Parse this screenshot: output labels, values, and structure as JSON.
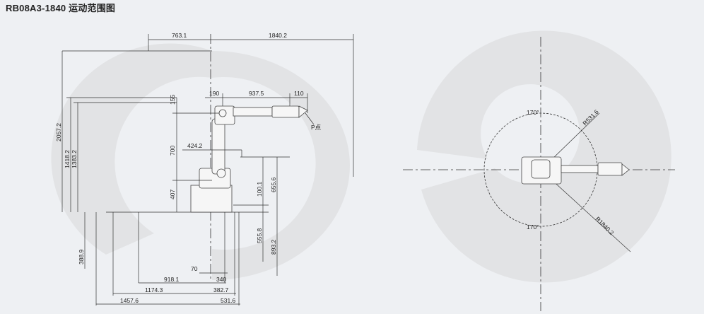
{
  "title": "RB08A3-1840 运动范围图",
  "colors": {
    "background": "#eef0f3",
    "envelope": "#e2e3e5",
    "lines": "#333333"
  },
  "side_view": {
    "top_dims": [
      "763.1",
      "1840.2"
    ],
    "arm_dims": [
      "190",
      "937.5",
      "110"
    ],
    "pivot_label": "P点",
    "reach_dim": "424.2",
    "left_dims": [
      "2057.2",
      "1418.2",
      "1383.2",
      "388.9"
    ],
    "column_dims": [
      "155",
      "700",
      "407"
    ],
    "right_dims": [
      "100.1",
      "655.6",
      "555.8",
      "893.2"
    ],
    "bottom_dims": [
      "70",
      "340",
      "918.1",
      "1174.3",
      "382.7",
      "1457.6",
      "531.6"
    ]
  },
  "top_view": {
    "angle_top": "170°",
    "angle_bottom": "170°",
    "inner_radius": "R531.6",
    "outer_radius": "R1840.2"
  }
}
